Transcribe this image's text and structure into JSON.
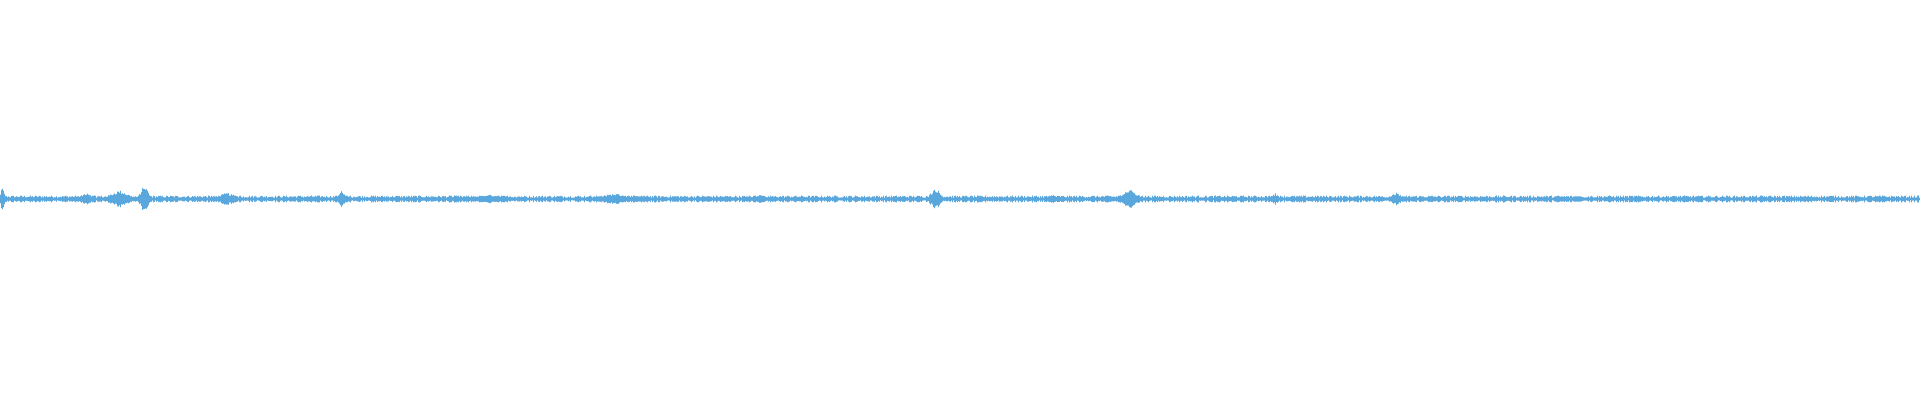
{
  "waveform": {
    "color": "#5aa7de",
    "background": "#ffffff",
    "baseline_amplitude": 0.012,
    "events": [
      {
        "t": 0.001,
        "amp": 0.06,
        "width": 0.002
      },
      {
        "t": 0.045,
        "amp": 0.035,
        "width": 0.006
      },
      {
        "t": 0.062,
        "amp": 0.045,
        "width": 0.01
      },
      {
        "t": 0.075,
        "amp": 0.075,
        "width": 0.004
      },
      {
        "t": 0.118,
        "amp": 0.032,
        "width": 0.01
      },
      {
        "t": 0.178,
        "amp": 0.045,
        "width": 0.004
      },
      {
        "t": 0.255,
        "amp": 0.022,
        "width": 0.02
      },
      {
        "t": 0.32,
        "amp": 0.028,
        "width": 0.018
      },
      {
        "t": 0.395,
        "amp": 0.024,
        "width": 0.008
      },
      {
        "t": 0.487,
        "amp": 0.06,
        "width": 0.005
      },
      {
        "t": 0.548,
        "amp": 0.025,
        "width": 0.003
      },
      {
        "t": 0.588,
        "amp": 0.05,
        "width": 0.008
      },
      {
        "t": 0.664,
        "amp": 0.03,
        "width": 0.004
      },
      {
        "t": 0.727,
        "amp": 0.032,
        "width": 0.006
      },
      {
        "t": 0.823,
        "amp": 0.018,
        "width": 0.003
      }
    ]
  }
}
